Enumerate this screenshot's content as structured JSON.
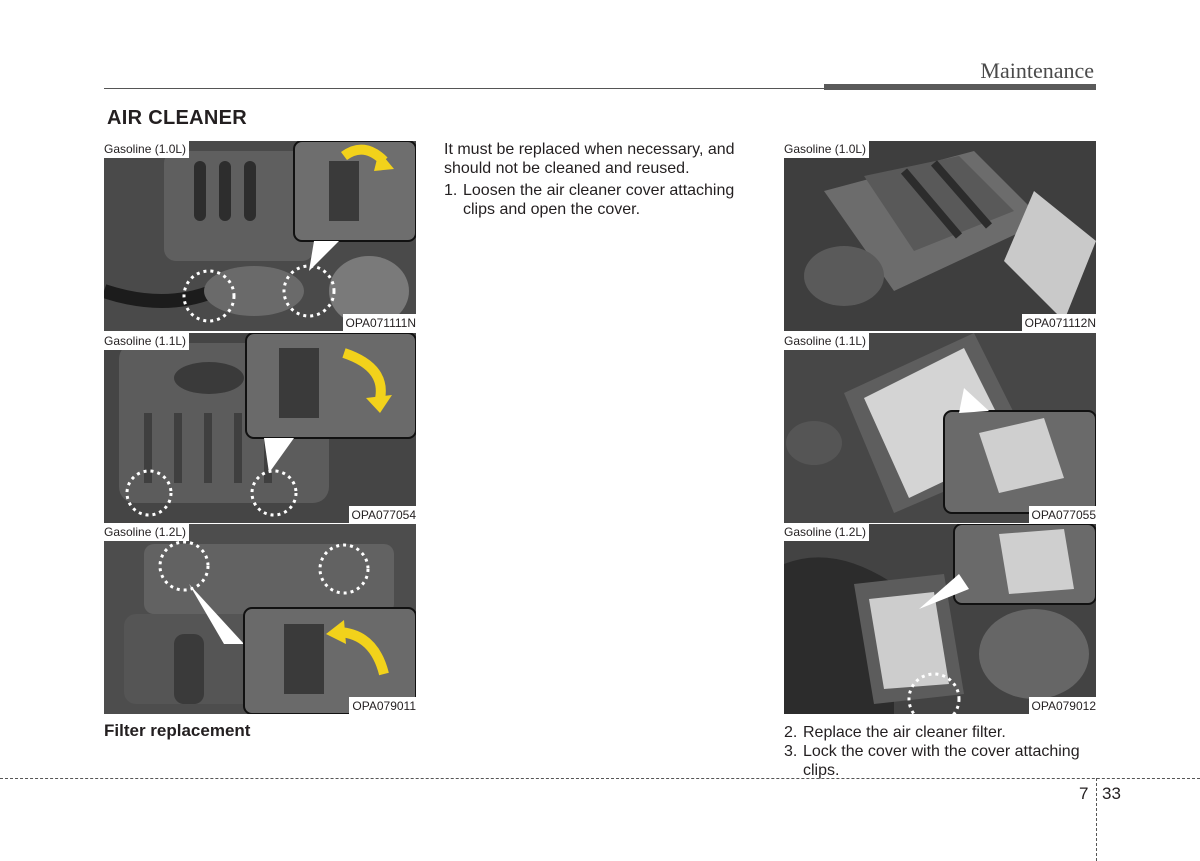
{
  "header": {
    "section": "Maintenance"
  },
  "title": "AIR CLEANER",
  "left_photos": [
    {
      "label": "Gasoline (1.0L)",
      "code": "OPA071111N",
      "icon": "air-cleaner-clip-photo"
    },
    {
      "label": "Gasoline (1.1L)",
      "code": "OPA077054",
      "icon": "air-cleaner-clip-photo"
    },
    {
      "label": "Gasoline (1.2L)",
      "code": "OPA079011",
      "icon": "air-cleaner-clip-photo"
    }
  ],
  "right_photos": [
    {
      "label": "Gasoline (1.0L)",
      "code": "OPA071112N",
      "icon": "air-filter-photo"
    },
    {
      "label": "Gasoline (1.1L)",
      "code": "OPA077055",
      "icon": "air-filter-photo"
    },
    {
      "label": "Gasoline (1.2L)",
      "code": "OPA079012",
      "icon": "air-filter-photo"
    }
  ],
  "subheading": "Filter replacement",
  "intro": "It must be replaced when necessary, and should not be cleaned and reused.",
  "steps_first": [
    {
      "num": "1.",
      "text": "Loosen the air cleaner cover attaching clips and open the cover."
    }
  ],
  "steps_second": [
    {
      "num": "2.",
      "text": "Replace the air cleaner filter."
    },
    {
      "num": "3.",
      "text": "Lock the cover with the cover attaching clips."
    }
  ],
  "footer": {
    "chapter": "7",
    "page": "33"
  },
  "colors": {
    "arrow": "#f2d21b",
    "rule": "#5a5a5a"
  }
}
